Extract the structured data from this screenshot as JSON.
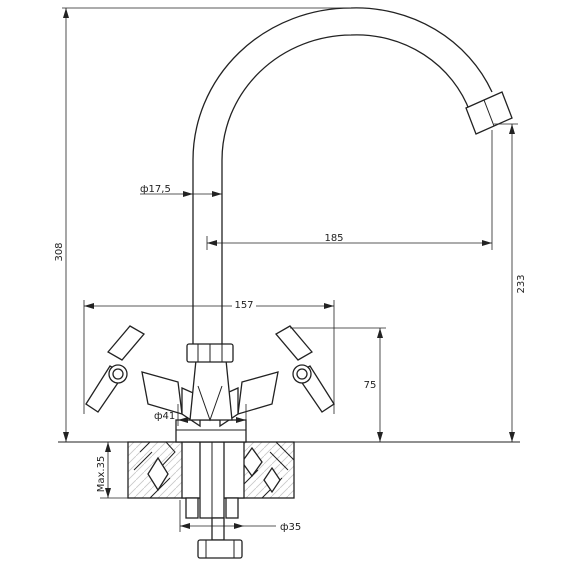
{
  "dimensions": {
    "total_height": "308",
    "spout_height": "233",
    "reach": "185",
    "handle_span": "157",
    "handle_height": "75",
    "tube_diameter": "ф17,5",
    "body_diameter": "ф41",
    "shank_diameter": "ф35",
    "max_counter": "Max.35"
  },
  "colors": {
    "line": "#222222",
    "background": "#ffffff"
  }
}
